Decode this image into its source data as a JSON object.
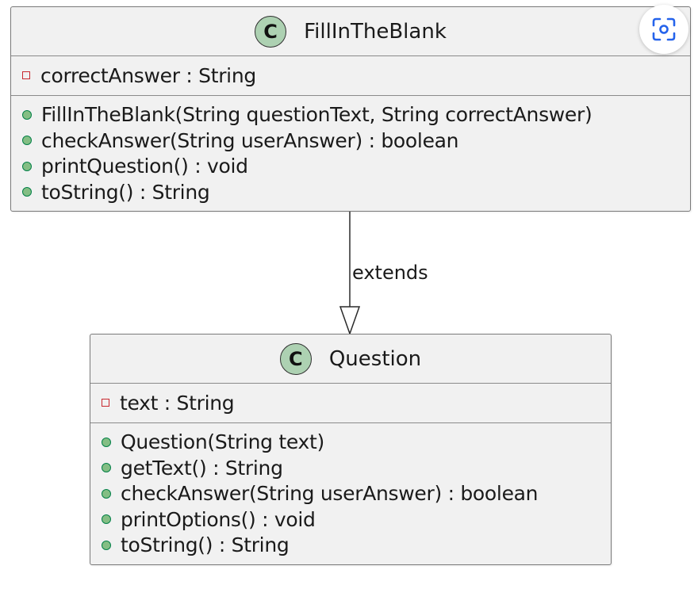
{
  "classes": [
    {
      "stereotype": "C",
      "name": "FillInTheBlank",
      "attributes": [
        {
          "visibility": "private",
          "text": "correctAnswer : String"
        }
      ],
      "methods": [
        {
          "visibility": "public",
          "text": "FillInTheBlank(String questionText, String correctAnswer)"
        },
        {
          "visibility": "public",
          "text": "checkAnswer(String userAnswer) : boolean"
        },
        {
          "visibility": "public",
          "text": "printQuestion() : void"
        },
        {
          "visibility": "public",
          "text": "toString() : String"
        }
      ]
    },
    {
      "stereotype": "C",
      "name": "Question",
      "attributes": [
        {
          "visibility": "private",
          "text": "text : String"
        }
      ],
      "methods": [
        {
          "visibility": "public",
          "text": "Question(String text)"
        },
        {
          "visibility": "public",
          "text": "getText() : String"
        },
        {
          "visibility": "public",
          "text": "checkAnswer(String userAnswer) : boolean"
        },
        {
          "visibility": "public",
          "text": "printOptions() : void"
        },
        {
          "visibility": "public",
          "text": "toString() : String"
        }
      ]
    }
  ],
  "relationship": {
    "type": "generalization",
    "from": "FillInTheBlank",
    "to": "Question",
    "label": "extends"
  },
  "overlay": {
    "icon": "visual-search-icon"
  },
  "colors": {
    "class_fill": "#f1f1f1",
    "class_border": "#7a7a7a",
    "stereotype_circle": "#add1b2",
    "private_marker": "#c82930",
    "public_marker": "#84be84"
  }
}
